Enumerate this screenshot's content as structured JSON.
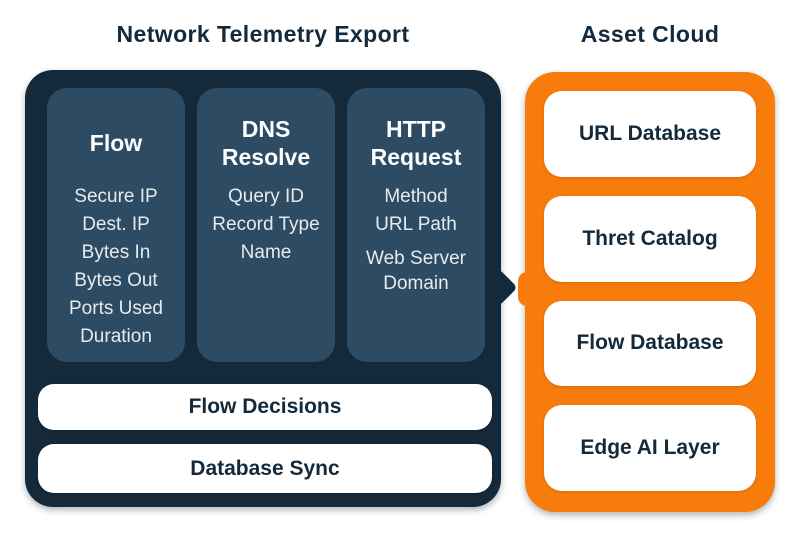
{
  "titles": {
    "left": "Network Telemetry Export",
    "right": "Asset Cloud"
  },
  "telemetry_panel": {
    "columns": [
      {
        "heading": "Flow",
        "items": [
          "Secure IP",
          "Dest. IP",
          "Bytes In",
          "Bytes Out",
          "Ports Used",
          "Duration"
        ]
      },
      {
        "heading": "DNS\nResolve",
        "items": [
          "Query ID",
          "Record Type",
          "Name"
        ]
      },
      {
        "heading": "HTTP\nRequest",
        "items": [
          "Method",
          "URL Path",
          "Web Server Domain"
        ]
      }
    ],
    "bars": [
      "Flow Decisions",
      "Database Sync"
    ]
  },
  "asset_cloud_panel": {
    "boxes": [
      "URL Database",
      "Thret Catalog",
      "Flow Database",
      "Edge AI Layer"
    ]
  },
  "colors": {
    "panel_navy": "#14293A",
    "card_navy": "#2D4B62",
    "orange": "#F87C0B",
    "text_dark": "#13293C",
    "text_light": "#E6EBEE",
    "white": "#FFFFFF"
  }
}
